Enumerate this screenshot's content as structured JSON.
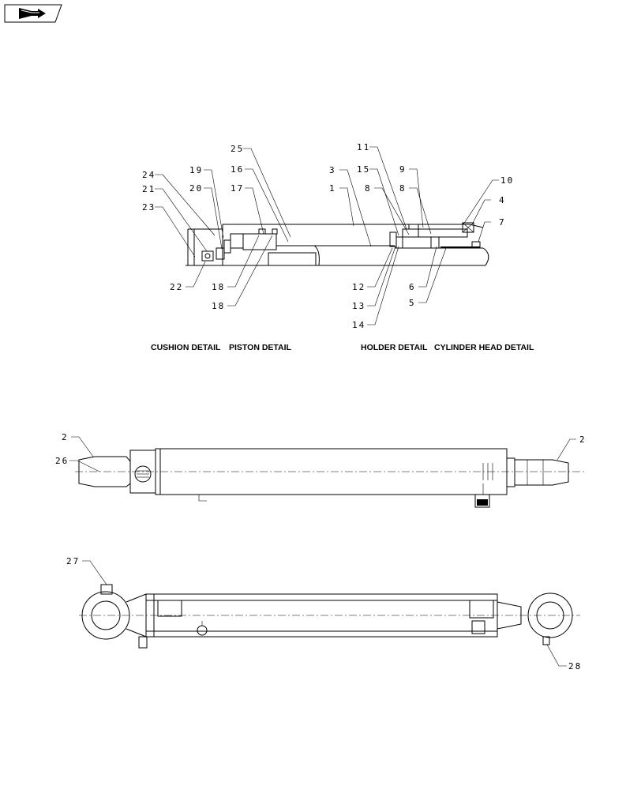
{
  "nav_icon": {
    "name": "arrow-icon"
  },
  "captions": {
    "cushion": "CUSHION DETAIL",
    "piston": "PISTON DETAIL",
    "holder": "HOLDER DETAIL",
    "head": "CYLINDER HEAD DETAIL"
  },
  "callouts": {
    "c1": "1",
    "c2a": "2",
    "c2b": "2",
    "c3": "3",
    "c4": "4",
    "c5": "5",
    "c6": "6",
    "c7": "7",
    "c8a": "8",
    "c8b": "8",
    "c9": "9",
    "c10": "10",
    "c11": "11",
    "c12": "12",
    "c13": "13",
    "c14": "14",
    "c15": "15",
    "c16": "16",
    "c17": "17",
    "c18a": "18",
    "c18b": "18",
    "c19": "19",
    "c20": "20",
    "c21": "21",
    "c22": "22",
    "c23": "23",
    "c24": "24",
    "c25": "25",
    "c26": "26",
    "c27": "27",
    "c28": "28"
  }
}
